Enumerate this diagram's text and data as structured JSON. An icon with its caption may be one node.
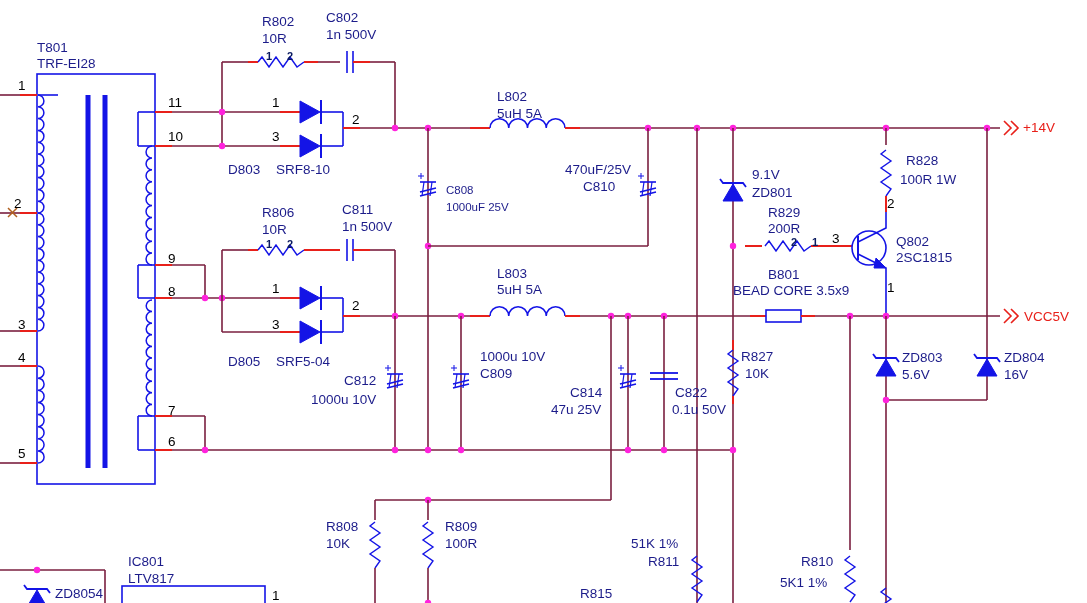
{
  "diagram": {
    "labels": [
      "R802",
      "10R",
      "C802",
      "1n 500V",
      "T801",
      "TRF-EI28",
      "1",
      "2",
      "L802",
      "5uH 5A",
      "+14V",
      "1",
      "11",
      "1",
      "2",
      "10",
      "3",
      "D803",
      "SRF8-10",
      "470uF/25V",
      "9.1V",
      "R828",
      "C808",
      "C810",
      "ZD801",
      "100R 1W",
      "2",
      "R806",
      "C811",
      "1000uF 25V",
      "R829",
      "10R",
      "1n 500V",
      "200R",
      "2",
      "1",
      "2",
      "2",
      "1",
      "3",
      "Q802",
      "9",
      "2SC1815",
      "L803",
      "B801",
      "8",
      "1",
      "5uH 5A",
      "BEAD CORE 3.5x9",
      "1",
      "2",
      "3",
      "3",
      "VCC5V",
      "4",
      "D805",
      "SRF5-04",
      "1000u 10V",
      "R827",
      "ZD803",
      "ZD804",
      "C812",
      "C809",
      "10K",
      "5.6V",
      "16V",
      "C814",
      "C822",
      "7",
      "1000u 10V",
      "47u 25V",
      "0.1u 50V",
      "6",
      "5",
      "R808",
      "R809",
      "10K",
      "100R",
      "51K 1%",
      "IC801",
      "R811",
      "R810",
      "LTV817",
      "ZD8054",
      "1",
      "R815",
      "5K1 1%"
    ]
  }
}
